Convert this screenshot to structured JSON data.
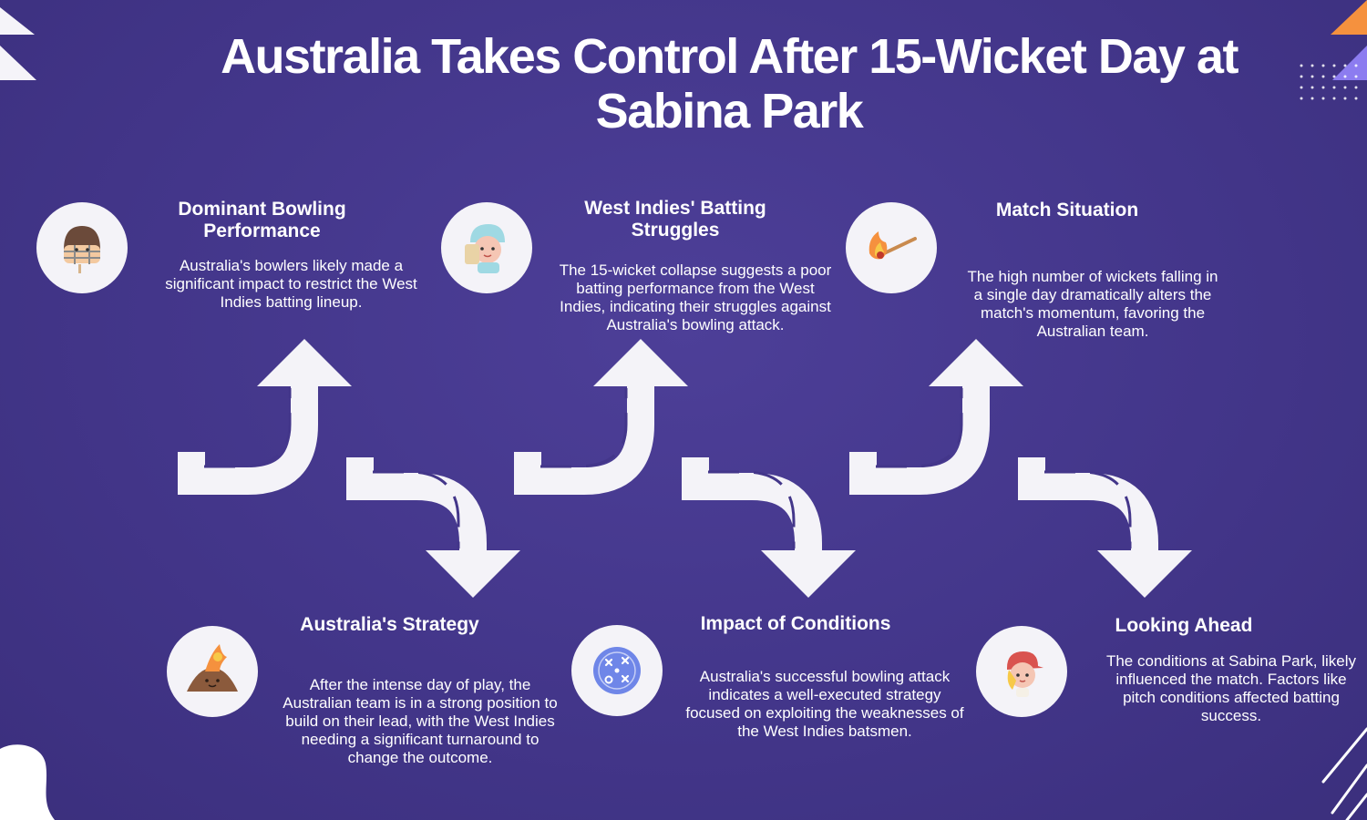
{
  "title": {
    "line1": "Australia Takes Control After 15-Wicket Day at",
    "line2": "Sabina Park"
  },
  "steps": [
    {
      "heading_line1": "Dominant Bowling",
      "heading_line2": "Performance",
      "body": "Australia's bowlers likely made a significant impact to restrict the West Indies batting lineup.",
      "icon": "cricket-helmet-icon"
    },
    {
      "heading_line1": "Australia's Strategy",
      "heading_line2": "",
      "body": "After the intense day of play, the Australian team is in a strong position to build on their lead, with the West Indies needing a significant turnaround to change the outcome.",
      "icon": "volcano-icon"
    },
    {
      "heading_line1": "West Indies' Batting",
      "heading_line2": "Struggles",
      "body": "The 15-wicket collapse suggests a poor batting performance from the West Indies, indicating their struggles against Australia's bowling attack.",
      "icon": "cricket-player-icon"
    },
    {
      "heading_line1": "Impact of Conditions",
      "heading_line2": "",
      "body": "Australia's successful bowling attack indicates a well-executed strategy focused on exploiting the weaknesses of the West Indies batsmen.",
      "icon": "strategy-board-icon"
    },
    {
      "heading_line1": "Match Situation",
      "heading_line2": "",
      "body": "The high number of wickets falling in a single day dramatically alters the match's momentum, favoring the Australian team.",
      "icon": "burning-match-icon"
    },
    {
      "heading_line1": "Looking Ahead",
      "heading_line2": "",
      "body": "The conditions at Sabina Park, likely influenced the match. Factors like pitch conditions affected batting success.",
      "icon": "player-cap-icon"
    }
  ],
  "colors": {
    "background": "#43368a",
    "arrow": "#f4f3f8",
    "circle": "#f4f3f8",
    "accent_orange": "#f5913e",
    "accent_purple": "#8c7cf0"
  }
}
